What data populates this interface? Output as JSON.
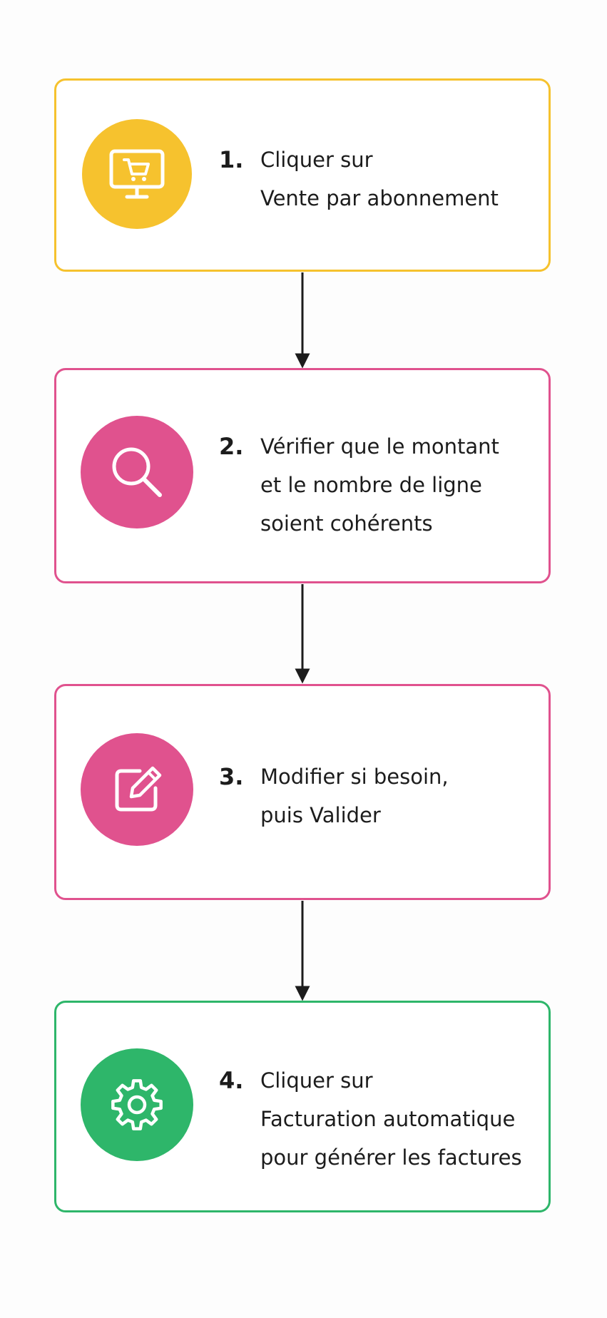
{
  "colors": {
    "yellow": "#F6C22E",
    "pink": "#E0528E",
    "green": "#2EB66A",
    "arrow": "#1c1c1c"
  },
  "steps": [
    {
      "number": "1.",
      "lines": [
        "Cliquer sur",
        "Vente par abonnement"
      ],
      "icon": "monitor-cart-icon",
      "color": "yellow"
    },
    {
      "number": "2.",
      "lines": [
        "Vérifier que le montant",
        "et le nombre de ligne",
        "soient cohérents"
      ],
      "icon": "search-icon",
      "color": "pink"
    },
    {
      "number": "3.",
      "lines": [
        "Modifier si besoin,",
        "puis Valider"
      ],
      "icon": "edit-icon",
      "color": "pink"
    },
    {
      "number": "4.",
      "lines": [
        "Cliquer sur",
        "Facturation automatique",
        "pour générer les factures"
      ],
      "icon": "gear-icon",
      "color": "green"
    }
  ]
}
